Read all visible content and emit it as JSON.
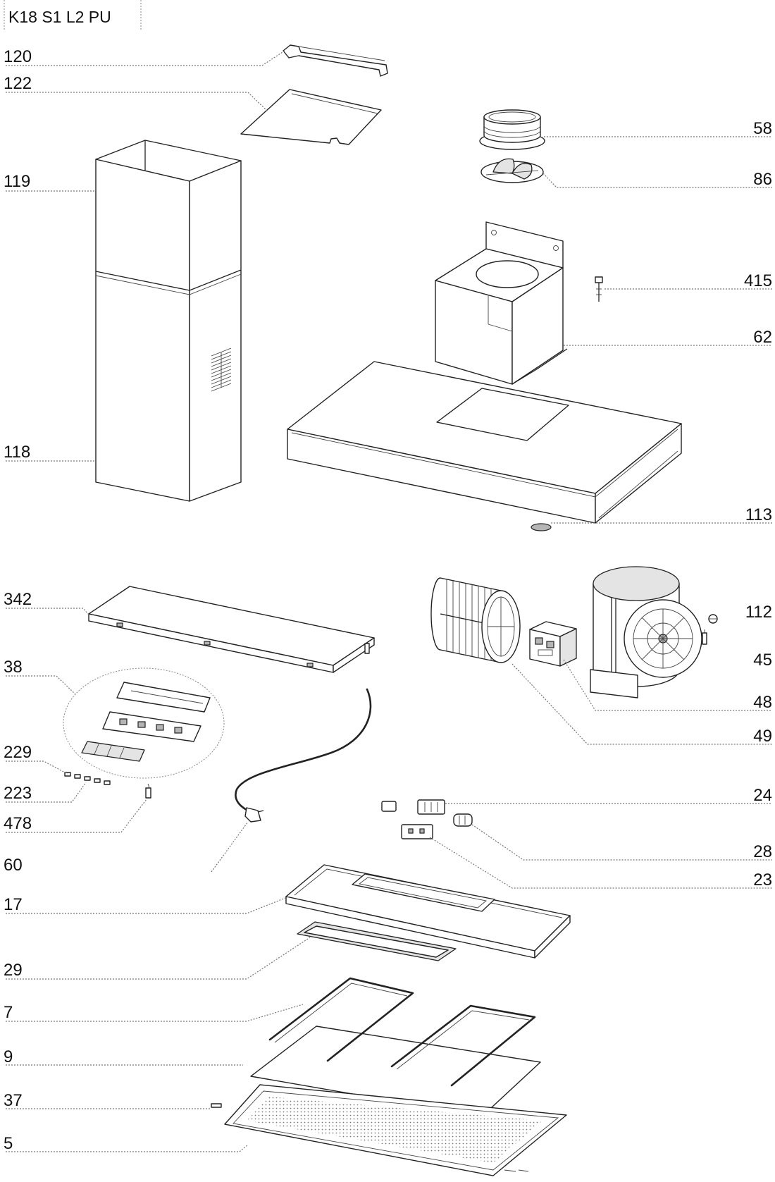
{
  "title": "K18 S1 L2 PU",
  "callouts_left": [
    "120",
    "122",
    "119",
    "118",
    "342",
    "38",
    "229",
    "223",
    "478",
    "60",
    "17",
    "29",
    "7",
    "9",
    "37",
    "5"
  ],
  "callouts_right": [
    "58",
    "86",
    "415",
    "62",
    "113",
    "112",
    "45",
    "48",
    "49",
    "24",
    "28",
    "23"
  ]
}
